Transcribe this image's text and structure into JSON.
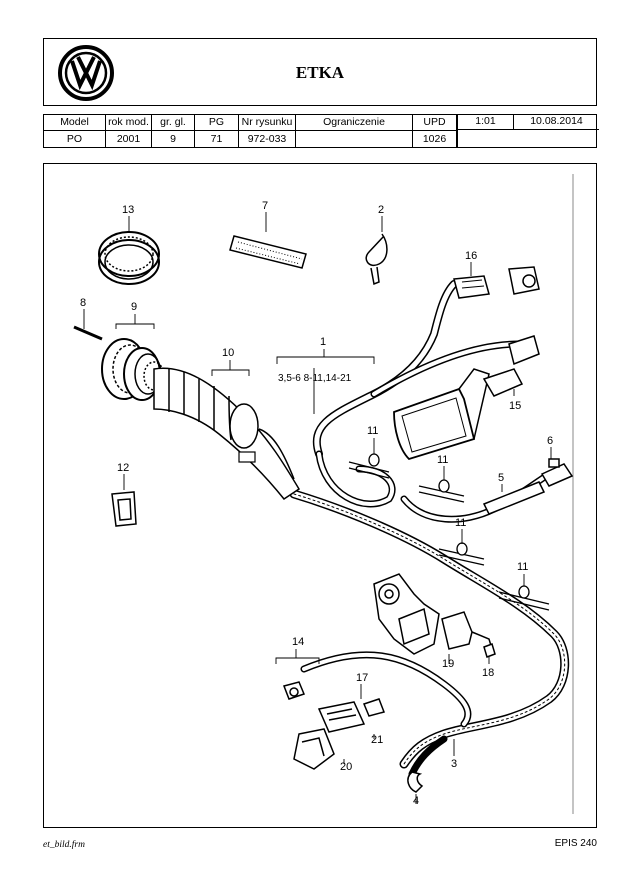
{
  "header": {
    "title": "ETKA"
  },
  "meta": {
    "columns": [
      {
        "label": "Model",
        "value": "PO"
      },
      {
        "label": "rok mod.",
        "value": "2001"
      },
      {
        "label": "gr. gl.",
        "value": "9"
      },
      {
        "label": "PG",
        "value": "71"
      },
      {
        "label": "Nr rysunku",
        "value": "972-033"
      },
      {
        "label": "Ograniczenie",
        "value": ""
      },
      {
        "label": "UPD",
        "value": "1026"
      }
    ],
    "scale": "1:01",
    "date": "10.08.2014"
  },
  "diagram": {
    "callouts": {
      "c13": "13",
      "c7": "7",
      "c2": "2",
      "c16": "16",
      "c8": "8",
      "c9": "9",
      "c10": "10",
      "c1": "1",
      "c1_sub": "3,5-6 8-11,14-21",
      "c15": "15",
      "c11a": "11",
      "c11b": "11",
      "c11c": "11",
      "c11d": "11",
      "c6": "6",
      "c5": "5",
      "c12": "12",
      "c14": "14",
      "c17": "17",
      "c19": "19",
      "c18": "18",
      "c21": "21",
      "c20": "20",
      "c3": "3",
      "c4": "4"
    }
  },
  "footer": {
    "left": "et_bild.frm",
    "right": "EPIS 240"
  }
}
